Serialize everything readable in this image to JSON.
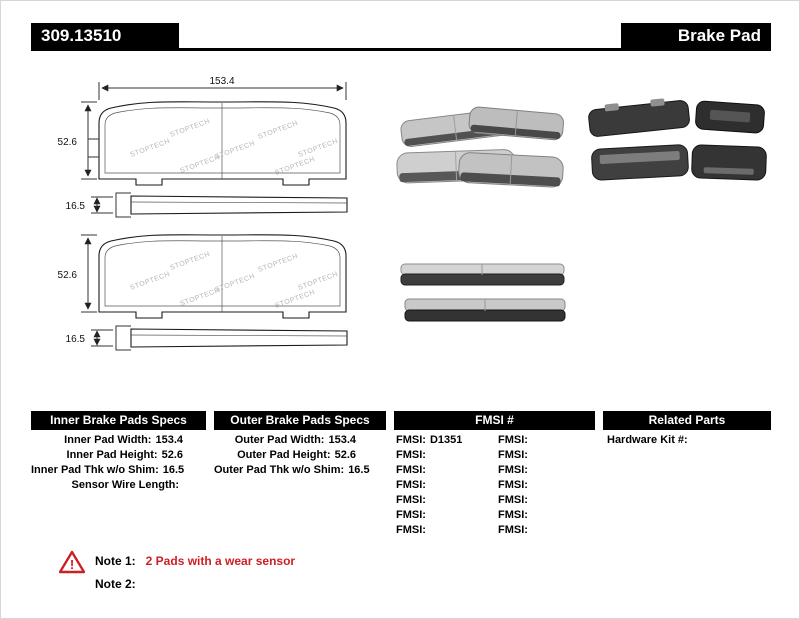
{
  "header": {
    "part_number": "309.13510",
    "title": "Brake Pad"
  },
  "diagram": {
    "watermark": "STOPTECH",
    "pad1": {
      "width": "153.4",
      "height": "52.6",
      "thickness": "16.5"
    },
    "pad2": {
      "height": "52.6",
      "thickness": "16.5"
    }
  },
  "specs": {
    "inner": {
      "title": "Inner Brake Pads Specs",
      "rows": [
        {
          "label": "Inner Pad Width:",
          "value": "153.4"
        },
        {
          "label": "Inner Pad Height:",
          "value": "52.6"
        },
        {
          "label": "Inner Pad Thk w/o Shim:",
          "value": "16.5"
        },
        {
          "label": "Sensor Wire Length:",
          "value": ""
        }
      ]
    },
    "outer": {
      "title": "Outer Brake Pads Specs",
      "rows": [
        {
          "label": "Outer Pad Width:",
          "value": "153.4"
        },
        {
          "label": "Outer Pad Height:",
          "value": "52.6"
        },
        {
          "label": "Outer Pad Thk w/o Shim:",
          "value": "16.5"
        }
      ]
    },
    "fmsi": {
      "title": "FMSI #",
      "col1": [
        {
          "label": "FMSI:",
          "value": "D1351"
        },
        {
          "label": "FMSI:",
          "value": ""
        },
        {
          "label": "FMSI:",
          "value": ""
        },
        {
          "label": "FMSI:",
          "value": ""
        },
        {
          "label": "FMSI:",
          "value": ""
        },
        {
          "label": "FMSI:",
          "value": ""
        },
        {
          "label": "FMSI:",
          "value": ""
        }
      ],
      "col2": [
        {
          "label": "FMSI:",
          "value": ""
        },
        {
          "label": "FMSI:",
          "value": ""
        },
        {
          "label": "FMSI:",
          "value": ""
        },
        {
          "label": "FMSI:",
          "value": ""
        },
        {
          "label": "FMSI:",
          "value": ""
        },
        {
          "label": "FMSI:",
          "value": ""
        },
        {
          "label": "FMSI:",
          "value": ""
        }
      ]
    },
    "related": {
      "title": "Related Parts",
      "rows": [
        {
          "label": "Hardware Kit #:",
          "value": ""
        }
      ]
    }
  },
  "notes": {
    "note1_label": "Note 1:",
    "note1_text": "2 Pads with a wear sensor",
    "note2_label": "Note 2:",
    "note2_text": ""
  },
  "colors": {
    "accent_red": "#cc2026",
    "header_bg": "#000000"
  }
}
